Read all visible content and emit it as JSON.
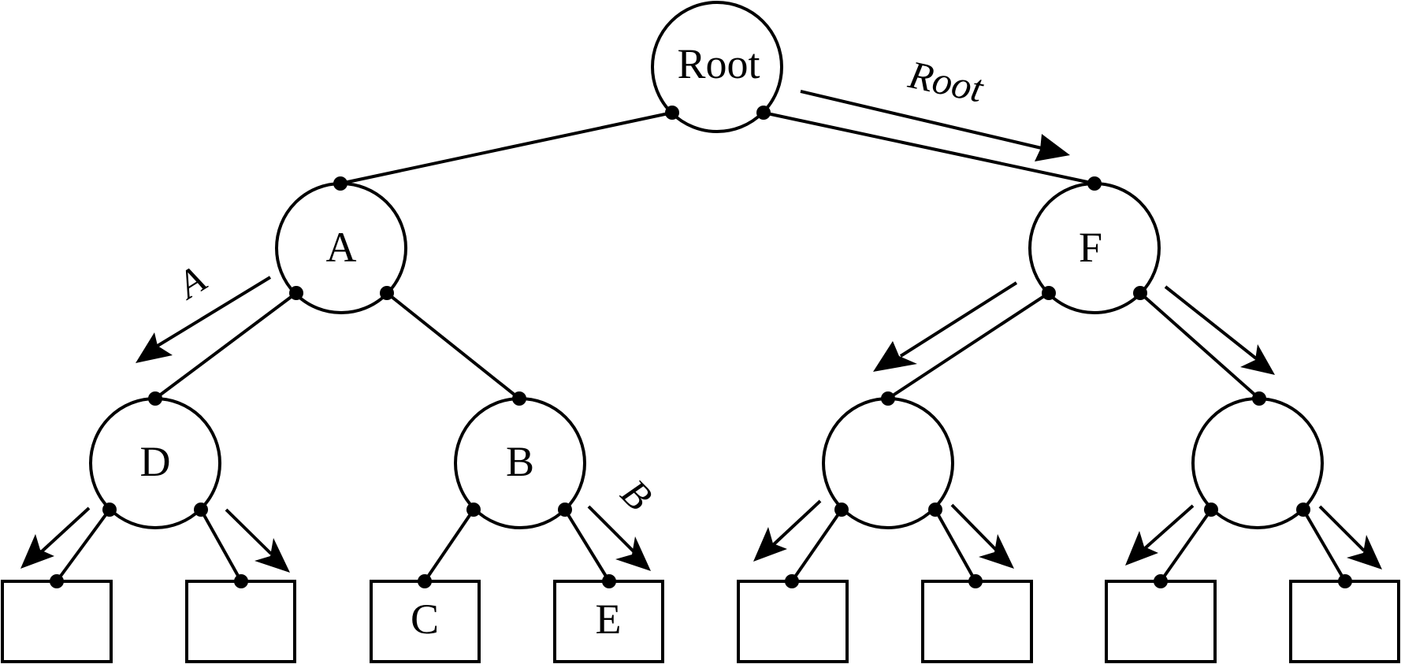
{
  "nodes": {
    "root": "Root",
    "a": "A",
    "f": "F",
    "d": "D",
    "b": "B",
    "c": "C",
    "e": "E"
  },
  "edge_labels": {
    "root_to_f": "Root",
    "a_to_d": "A",
    "b_to_e": "B"
  }
}
